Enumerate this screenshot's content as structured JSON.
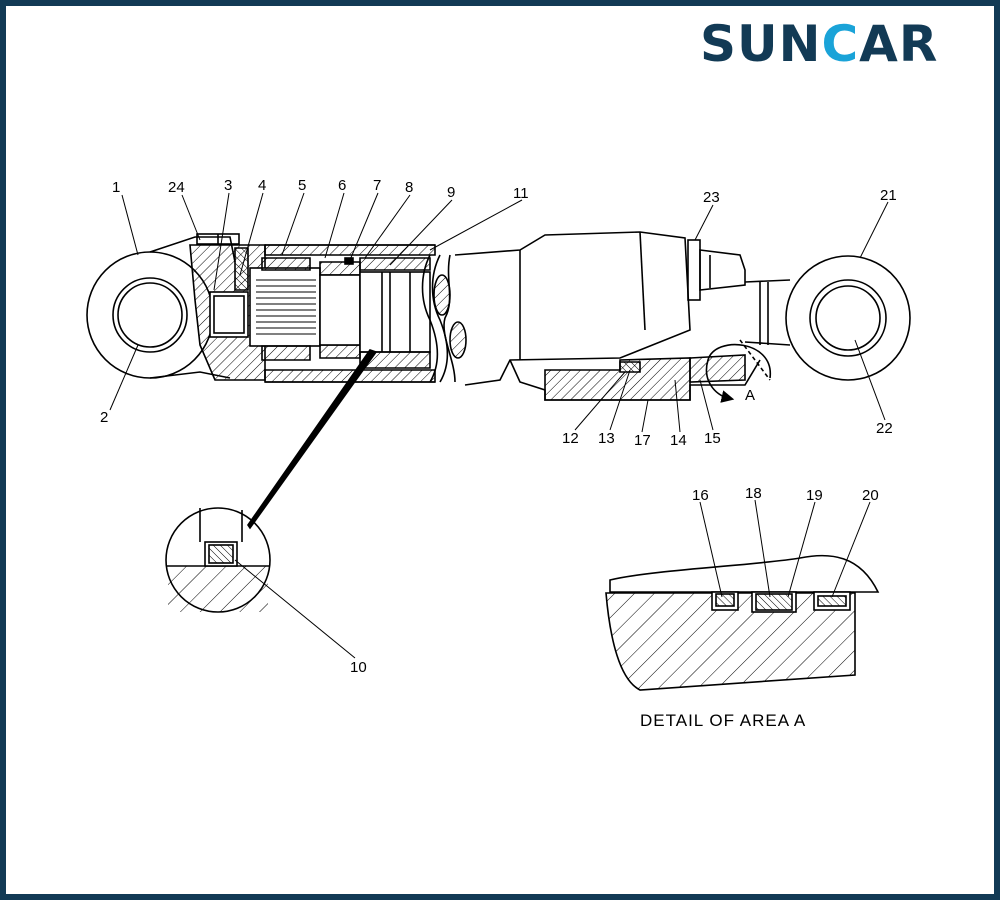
{
  "brand": {
    "left": "SUN",
    "middle": "C",
    "right": "AR"
  },
  "colors": {
    "frame": "#123a55",
    "brand_dark": "#123a55",
    "brand_accent": "#1aa3d8",
    "ink": "#000000"
  },
  "callouts": {
    "n1": "1",
    "n24": "24",
    "n3": "3",
    "n4": "4",
    "n5": "5",
    "n6": "6",
    "n7": "7",
    "n8": "8",
    "n9": "9",
    "n11": "11",
    "n23": "23",
    "n21": "21",
    "n2": "2",
    "n22": "22",
    "n12": "12",
    "n13": "13",
    "n17": "17",
    "n14": "14",
    "n15": "15",
    "n10": "10",
    "n16": "16",
    "n18": "18",
    "n19": "19",
    "n20": "20"
  },
  "area_marker": "A",
  "detail_caption": "DETAIL OF AREA A"
}
